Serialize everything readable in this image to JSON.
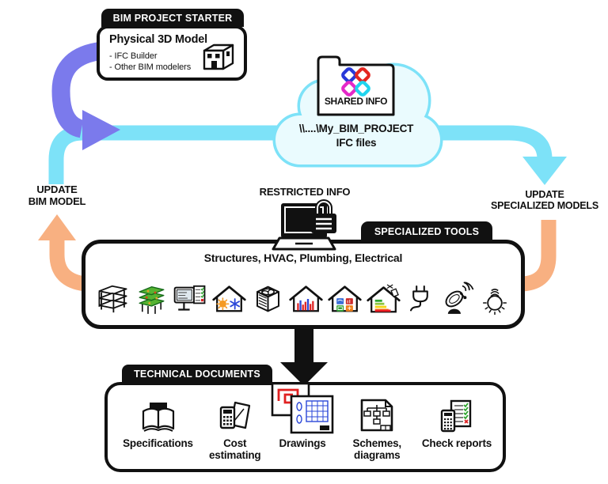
{
  "starter": {
    "tab": "BIM PROJECT STARTER",
    "title": "Physical 3D Model",
    "bullets": [
      "- IFC Builder",
      "- Other BIM modelers"
    ]
  },
  "cloud": {
    "folder_label": "SHARED INFO",
    "share_path": "\\\\....\\My_BIM_PROJECT",
    "share_files": "IFC files"
  },
  "flows": {
    "update_bim_line1": "UPDATE",
    "update_bim_line2": "BIM MODEL",
    "update_models_line1": "UPDATE",
    "update_models_line2": "SPECIALIZED MODELS",
    "restricted": "RESTRICTED INFO"
  },
  "tools": {
    "tab": "SPECIALIZED TOOLS",
    "subtitle": "Structures, HVAC, Plumbing, Electrical",
    "icons": [
      "structural-frame",
      "structural-analysis-model",
      "model-checker-monitor",
      "hvac-house",
      "air-conditioning-unit",
      "energy-analysis-house",
      "mep-systems-house",
      "energy-rating-house",
      "power-plug",
      "satellite-dish",
      "light-bulb"
    ]
  },
  "documents": {
    "tab": "TECHNICAL DOCUMENTS",
    "items": [
      {
        "icon": "book-icon",
        "label": "Specifications"
      },
      {
        "icon": "calculator-document-icon",
        "label": "Cost estimating"
      },
      {
        "icon": "drawings-icon",
        "label": "Drawings"
      },
      {
        "icon": "schemes-icon",
        "label": "Schemes, diagrams"
      },
      {
        "icon": "check-reports-icon",
        "label": "Check reports"
      }
    ]
  },
  "colors": {
    "flow_cyan": "#7de2f8",
    "cloud_fill": "#eafbfe",
    "flow_purple": "#7b7aec",
    "flow_orange": "#f8b081",
    "ink": "#111111"
  }
}
